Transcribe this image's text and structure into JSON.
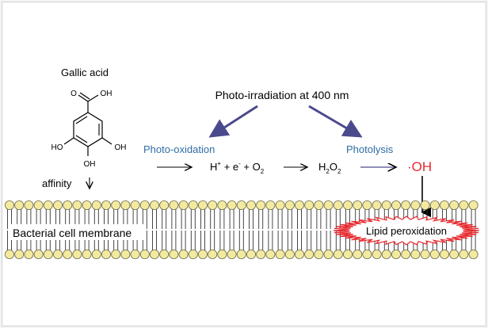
{
  "gallic_acid": {
    "name": "Gallic acid",
    "atom_oh_top": "OH",
    "atom_o_top": "O",
    "atom_ho_left": "HO",
    "atom_oh_right": "OH",
    "atom_oh_bottom": "OH"
  },
  "affinity_label": "affinity",
  "irradiation_label": "Photo-irradiation at 400 nm",
  "photo_oxidation_label": "Photo-oxidation",
  "photolysis_label": "Photolysis",
  "species": {
    "h_plus": "H",
    "h_plus_sup": "+",
    "plus1": "+ e",
    "e_sup": "-",
    "plus2": "+ O",
    "o2_sub": "2",
    "h2o2_h": "H",
    "h2o2_sub1": "2",
    "h2o2_o": "O",
    "h2o2_sub2": "2",
    "radical_dot": "·",
    "radical_oh": "OH"
  },
  "membrane_label": "Bacterial cell membrane",
  "lipid_label": "Lipid peroxidation",
  "colors": {
    "purple_arrow": "#4b4a8c",
    "blue_text": "#2e6da4",
    "red_text": "#e8282d",
    "lipid_head": "#f3eaa0",
    "lipid_stroke": "#6b6b4a"
  }
}
